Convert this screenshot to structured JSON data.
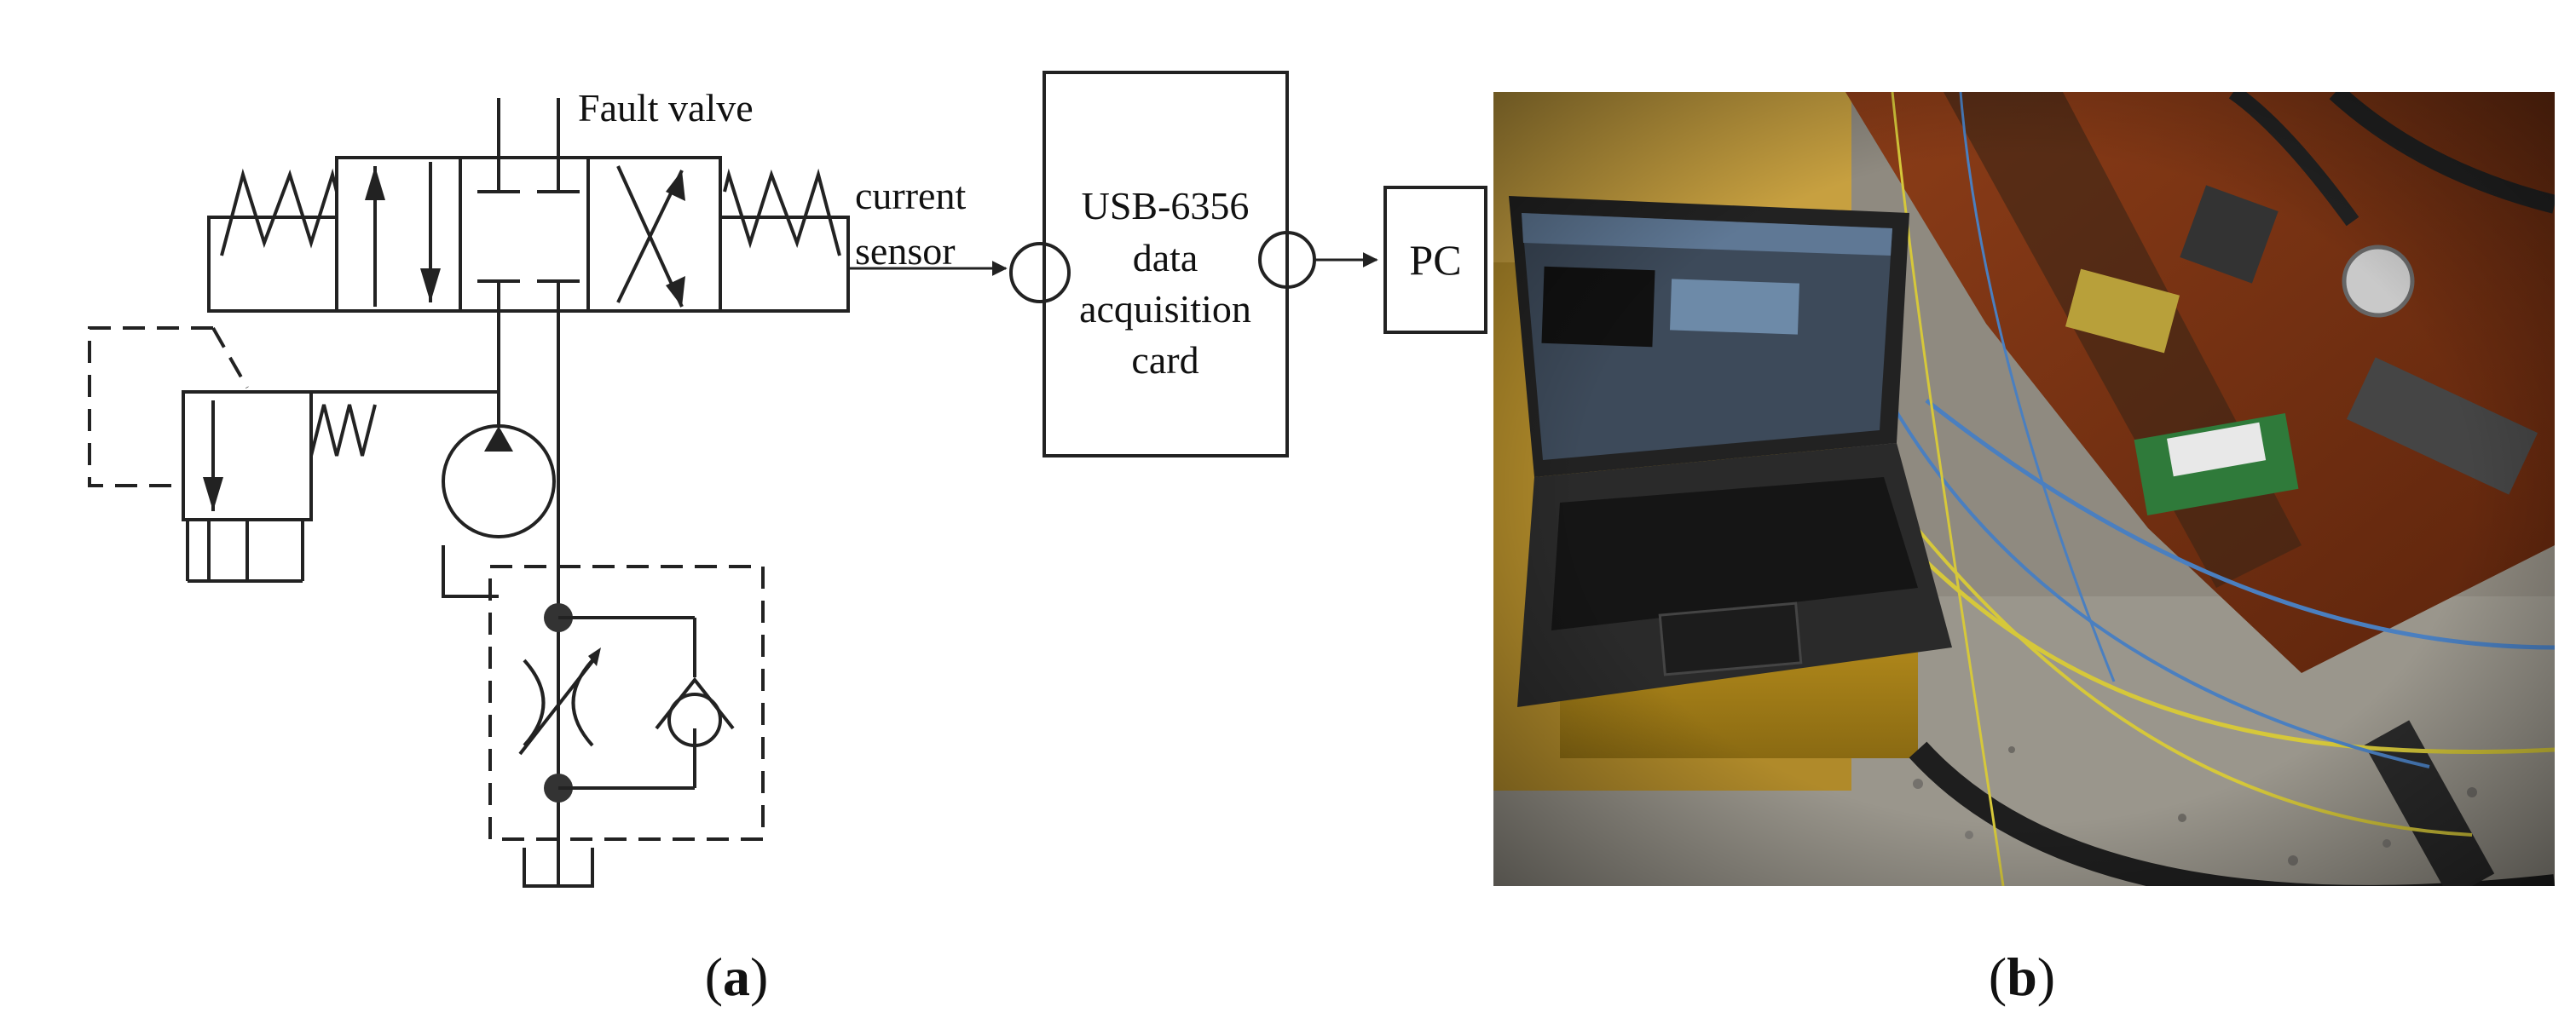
{
  "labels": {
    "fault_valve": "Fault valve",
    "current": "current",
    "sensor": "sensor",
    "daq_line1": "USB-6356",
    "daq_line2": "data",
    "daq_line3": "acquisition",
    "daq_line4": "card",
    "pc": "PC"
  },
  "captions": {
    "a_open": "(",
    "a_letter": "a",
    "a_close": ")",
    "b_open": "(",
    "b_letter": "b",
    "b_close": ")"
  },
  "photo": {
    "laptop_screen_color": "#3d4a5a",
    "bench_color": "#7a3414",
    "floor_color": "#8f8a80",
    "wire_yellow": "#d6c83a",
    "wire_blue": "#4a7fc0"
  }
}
